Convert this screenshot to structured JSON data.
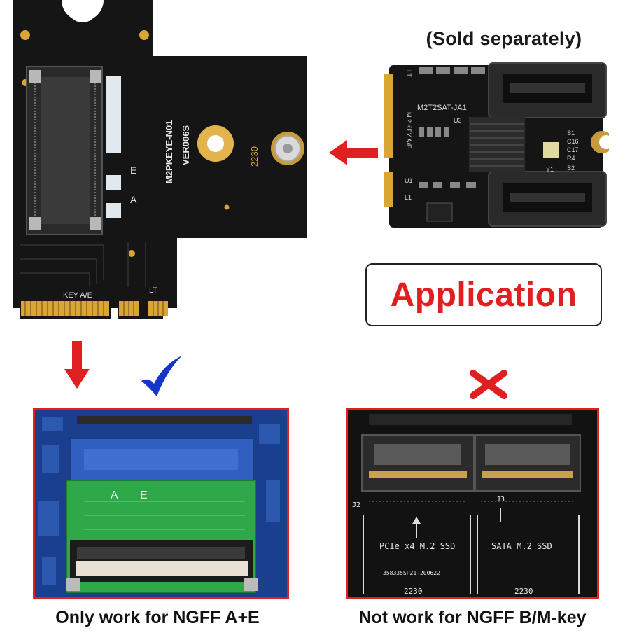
{
  "sold_separately": "(Sold separately)",
  "application_label": "Application",
  "adapter_board": {
    "model": "M2PKEYE-N01",
    "version": "VER006S",
    "size": "2230",
    "key_label": "KEY A/E",
    "lt_label": "LT",
    "slot_e": "E",
    "slot_a": "A"
  },
  "sata_board": {
    "model": "M2T2SAT-JA1",
    "key_label": "M.2 KEY A/E",
    "lt_label": "LT",
    "u3": "U3",
    "u1": "U1",
    "l1": "L1",
    "y1": "Y1",
    "s1": "S1",
    "s2": "S2",
    "c16": "C16",
    "c17": "C17",
    "r4": "R4"
  },
  "left_photo": {
    "label_a": "A",
    "label_e": "E",
    "caption": "Only work for NGFF A+E"
  },
  "right_photo": {
    "slot1_label": "PCIe x4 M.2 SSD",
    "slot2_label": "SATA M.2 SSD",
    "size1": "2230",
    "size2": "2230",
    "serial": "358335SP21-200622",
    "j2": "J2",
    "j3": "J3",
    "caption": "Not work for NGFF B/M-key"
  },
  "colors": {
    "accent_red": "#e02020",
    "check_blue": "#1535c8",
    "pcb_black": "#151515",
    "gold": "#d9a634",
    "pcb_green": "#2fa84a",
    "mb_blue": "#1b3f8f"
  }
}
